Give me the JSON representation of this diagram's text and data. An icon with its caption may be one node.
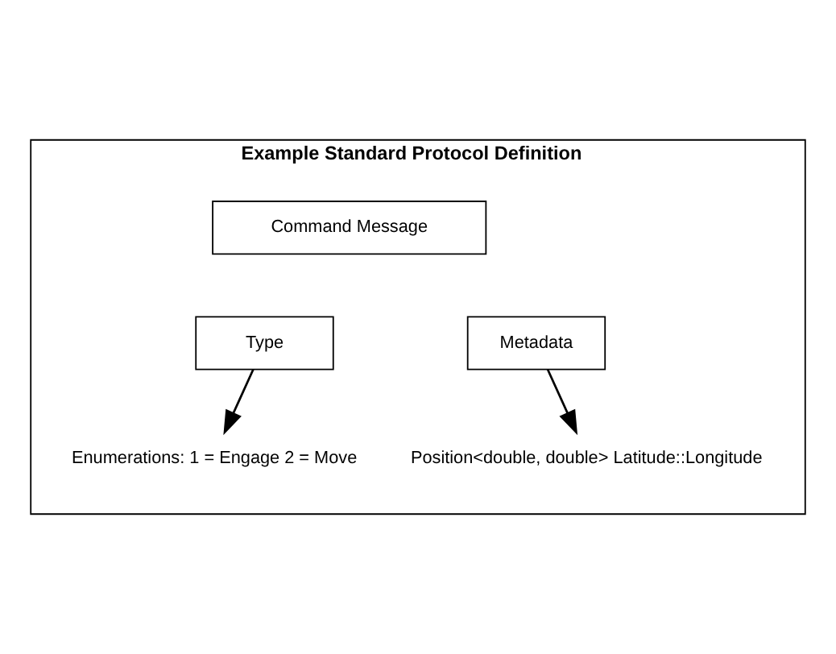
{
  "diagram": {
    "nodes": [
      {
        "text": [
          "Example Standard Protocol Definition"
        ]
      },
      {
        "text": [
          "Command Message"
        ],
        "in": 0
      },
      {
        "text": [
          "Type"
        ],
        "in": 0
      },
      {
        "text": [
          "Metadata"
        ],
        "in": 0
      },
      {
        "text": [
          "Enumerations: 1 = Engage 2 = Move"
        ],
        "in": 0
      },
      {
        "text": [
          "Position<double, double> Latitude::Longitude"
        ],
        "in": 0
      }
    ],
    "edges": [
      {
        "from": 2,
        "to": 4,
        "arrow": "to"
      },
      {
        "from": 3,
        "to": 5,
        "arrow": "to"
      }
    ]
  }
}
